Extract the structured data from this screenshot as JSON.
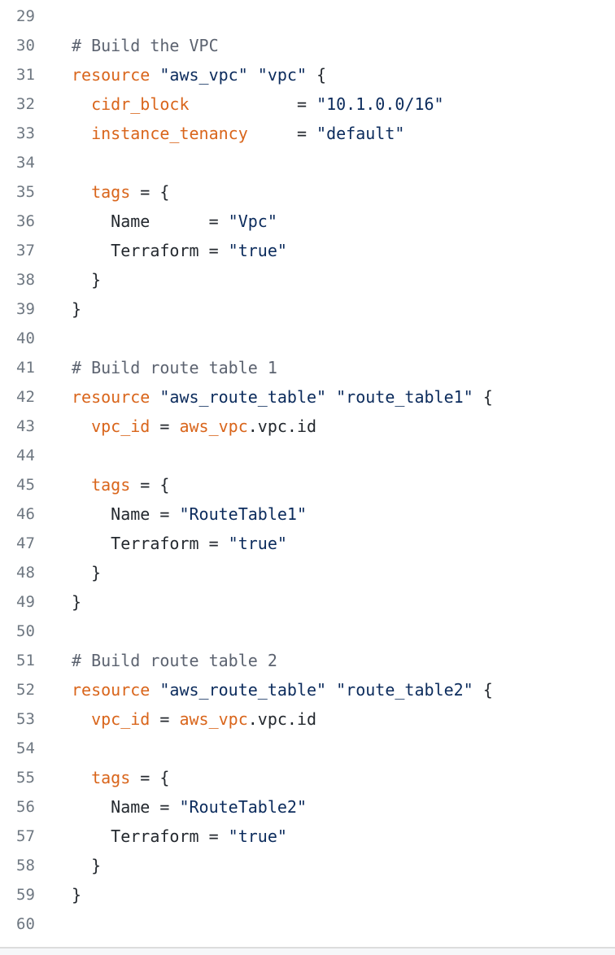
{
  "editor": {
    "language": "terraform",
    "colors": {
      "keyword": "#d9651b",
      "string": "#0b2b5c",
      "comment": "#5c6370",
      "line_number": "#6e7781",
      "plain": "#24292f"
    },
    "lines": [
      {
        "number": "29",
        "tokens": []
      },
      {
        "number": "30",
        "tokens": [
          {
            "t": "comment",
            "v": "# Build the VPC"
          }
        ]
      },
      {
        "number": "31",
        "tokens": [
          {
            "t": "kw",
            "v": "resource"
          },
          {
            "t": "plain",
            "v": " "
          },
          {
            "t": "str",
            "v": "\"aws_vpc\""
          },
          {
            "t": "plain",
            "v": " "
          },
          {
            "t": "str",
            "v": "\"vpc\""
          },
          {
            "t": "plain",
            "v": " {"
          }
        ]
      },
      {
        "number": "32",
        "tokens": [
          {
            "t": "plain",
            "v": "  "
          },
          {
            "t": "attr",
            "v": "cidr_block"
          },
          {
            "t": "plain",
            "v": "           = "
          },
          {
            "t": "str",
            "v": "\"10.1.0.0/16\""
          }
        ]
      },
      {
        "number": "33",
        "tokens": [
          {
            "t": "plain",
            "v": "  "
          },
          {
            "t": "attr",
            "v": "instance_tenancy"
          },
          {
            "t": "plain",
            "v": "     = "
          },
          {
            "t": "str",
            "v": "\"default\""
          }
        ]
      },
      {
        "number": "34",
        "tokens": []
      },
      {
        "number": "35",
        "tokens": [
          {
            "t": "plain",
            "v": "  "
          },
          {
            "t": "attr",
            "v": "tags"
          },
          {
            "t": "plain",
            "v": " = {"
          }
        ]
      },
      {
        "number": "36",
        "tokens": [
          {
            "t": "plain",
            "v": "    Name      = "
          },
          {
            "t": "str",
            "v": "\"Vpc\""
          }
        ]
      },
      {
        "number": "37",
        "tokens": [
          {
            "t": "plain",
            "v": "    Terraform = "
          },
          {
            "t": "str",
            "v": "\"true\""
          }
        ]
      },
      {
        "number": "38",
        "tokens": [
          {
            "t": "plain",
            "v": "  }"
          }
        ]
      },
      {
        "number": "39",
        "tokens": [
          {
            "t": "plain",
            "v": "}"
          }
        ]
      },
      {
        "number": "40",
        "tokens": []
      },
      {
        "number": "41",
        "tokens": [
          {
            "t": "comment",
            "v": "# Build route table 1"
          }
        ]
      },
      {
        "number": "42",
        "tokens": [
          {
            "t": "kw",
            "v": "resource"
          },
          {
            "t": "plain",
            "v": " "
          },
          {
            "t": "str",
            "v": "\"aws_route_table\""
          },
          {
            "t": "plain",
            "v": " "
          },
          {
            "t": "str",
            "v": "\"route_table1\""
          },
          {
            "t": "plain",
            "v": " {"
          }
        ]
      },
      {
        "number": "43",
        "tokens": [
          {
            "t": "plain",
            "v": "  "
          },
          {
            "t": "attr",
            "v": "vpc_id"
          },
          {
            "t": "plain",
            "v": " = "
          },
          {
            "t": "ref",
            "v": "aws_vpc"
          },
          {
            "t": "plain",
            "v": ".vpc.id"
          }
        ]
      },
      {
        "number": "44",
        "tokens": []
      },
      {
        "number": "45",
        "tokens": [
          {
            "t": "plain",
            "v": "  "
          },
          {
            "t": "attr",
            "v": "tags"
          },
          {
            "t": "plain",
            "v": " = {"
          }
        ]
      },
      {
        "number": "46",
        "tokens": [
          {
            "t": "plain",
            "v": "    Name = "
          },
          {
            "t": "str",
            "v": "\"RouteTable1\""
          }
        ]
      },
      {
        "number": "47",
        "tokens": [
          {
            "t": "plain",
            "v": "    Terraform = "
          },
          {
            "t": "str",
            "v": "\"true\""
          }
        ]
      },
      {
        "number": "48",
        "tokens": [
          {
            "t": "plain",
            "v": "  }"
          }
        ]
      },
      {
        "number": "49",
        "tokens": [
          {
            "t": "plain",
            "v": "}"
          }
        ]
      },
      {
        "number": "50",
        "tokens": []
      },
      {
        "number": "51",
        "tokens": [
          {
            "t": "comment",
            "v": "# Build route table 2"
          }
        ]
      },
      {
        "number": "52",
        "tokens": [
          {
            "t": "kw",
            "v": "resource"
          },
          {
            "t": "plain",
            "v": " "
          },
          {
            "t": "str",
            "v": "\"aws_route_table\""
          },
          {
            "t": "plain",
            "v": " "
          },
          {
            "t": "str",
            "v": "\"route_table2\""
          },
          {
            "t": "plain",
            "v": " {"
          }
        ]
      },
      {
        "number": "53",
        "tokens": [
          {
            "t": "plain",
            "v": "  "
          },
          {
            "t": "attr",
            "v": "vpc_id"
          },
          {
            "t": "plain",
            "v": " = "
          },
          {
            "t": "ref",
            "v": "aws_vpc"
          },
          {
            "t": "plain",
            "v": ".vpc.id"
          }
        ]
      },
      {
        "number": "54",
        "tokens": []
      },
      {
        "number": "55",
        "tokens": [
          {
            "t": "plain",
            "v": "  "
          },
          {
            "t": "attr",
            "v": "tags"
          },
          {
            "t": "plain",
            "v": " = {"
          }
        ]
      },
      {
        "number": "56",
        "tokens": [
          {
            "t": "plain",
            "v": "    Name = "
          },
          {
            "t": "str",
            "v": "\"RouteTable2\""
          }
        ]
      },
      {
        "number": "57",
        "tokens": [
          {
            "t": "plain",
            "v": "    Terraform = "
          },
          {
            "t": "str",
            "v": "\"true\""
          }
        ]
      },
      {
        "number": "58",
        "tokens": [
          {
            "t": "plain",
            "v": "  }"
          }
        ]
      },
      {
        "number": "59",
        "tokens": [
          {
            "t": "plain",
            "v": "}"
          }
        ]
      },
      {
        "number": "60",
        "tokens": []
      }
    ]
  }
}
